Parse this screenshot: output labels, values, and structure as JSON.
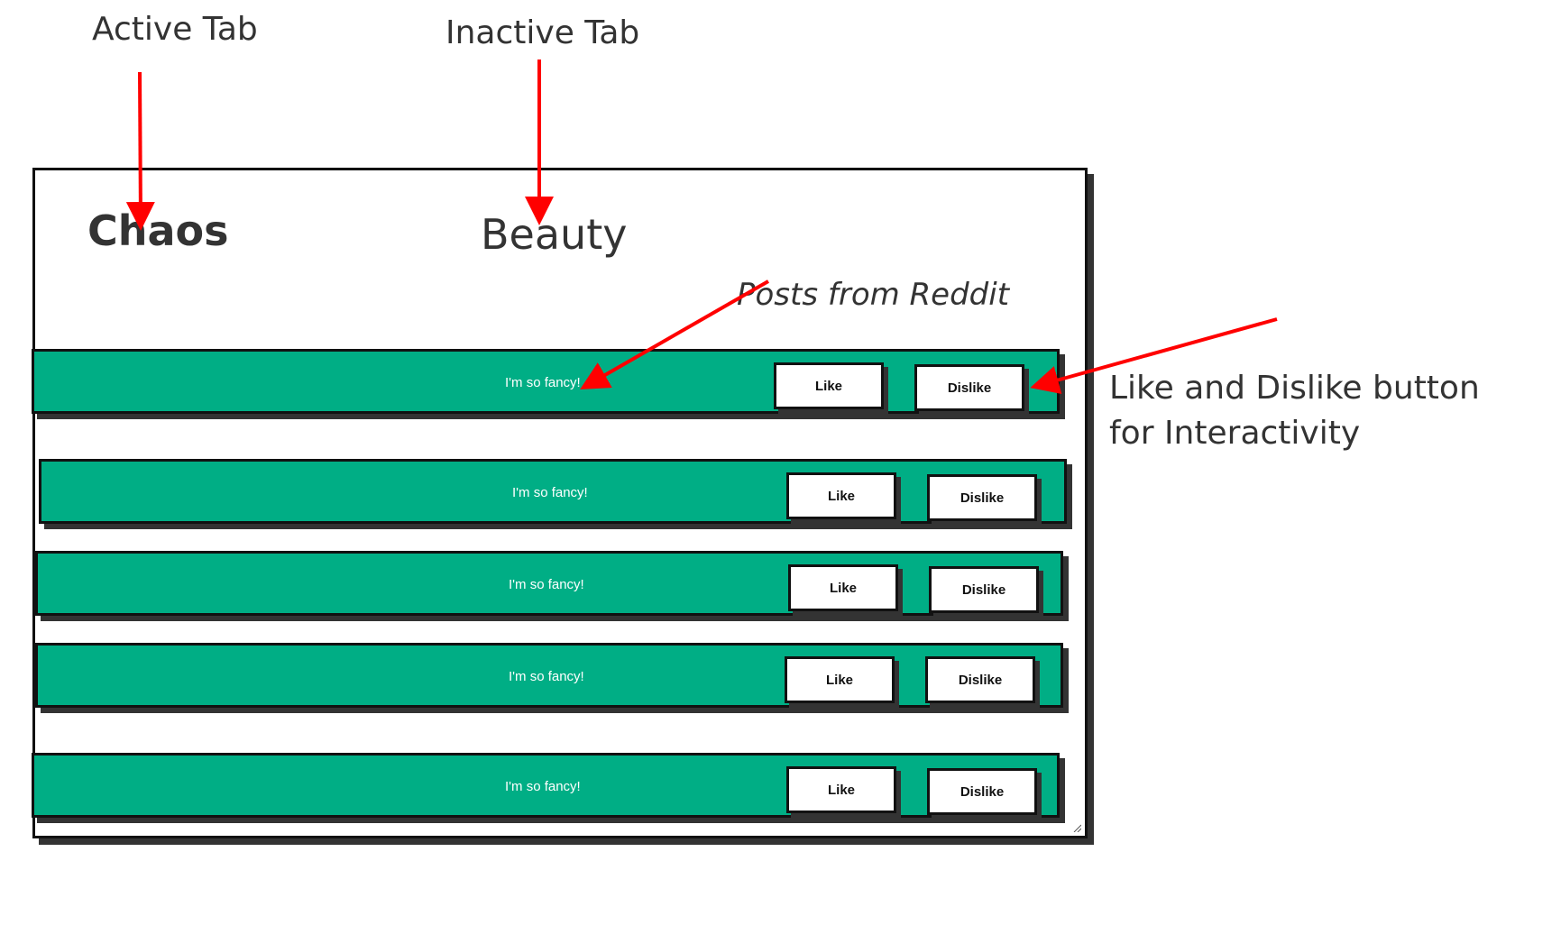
{
  "annotations": {
    "active_tab": "Active Tab",
    "inactive_tab": "Inactive Tab",
    "buttons_note": "Like and Dislike button for Interactivity"
  },
  "tabs": [
    {
      "label": "Chaos",
      "active": true
    },
    {
      "label": "Beauty",
      "active": false
    }
  ],
  "subtitle": "Posts from Reddit",
  "posts": [
    {
      "text": "I'm so fancy!",
      "like": "Like",
      "dislike": "Dislike"
    },
    {
      "text": "I'm so fancy!",
      "like": "Like",
      "dislike": "Dislike"
    },
    {
      "text": "I'm so fancy!",
      "like": "Like",
      "dislike": "Dislike"
    },
    {
      "text": "I'm so fancy!",
      "like": "Like",
      "dislike": "Dislike"
    },
    {
      "text": "I'm so fancy!",
      "like": "Like",
      "dislike": "Dislike"
    }
  ],
  "colors": {
    "post_bg": "#00ae85",
    "arrow": "#ff0000",
    "border": "#111111",
    "text": "#333333"
  }
}
